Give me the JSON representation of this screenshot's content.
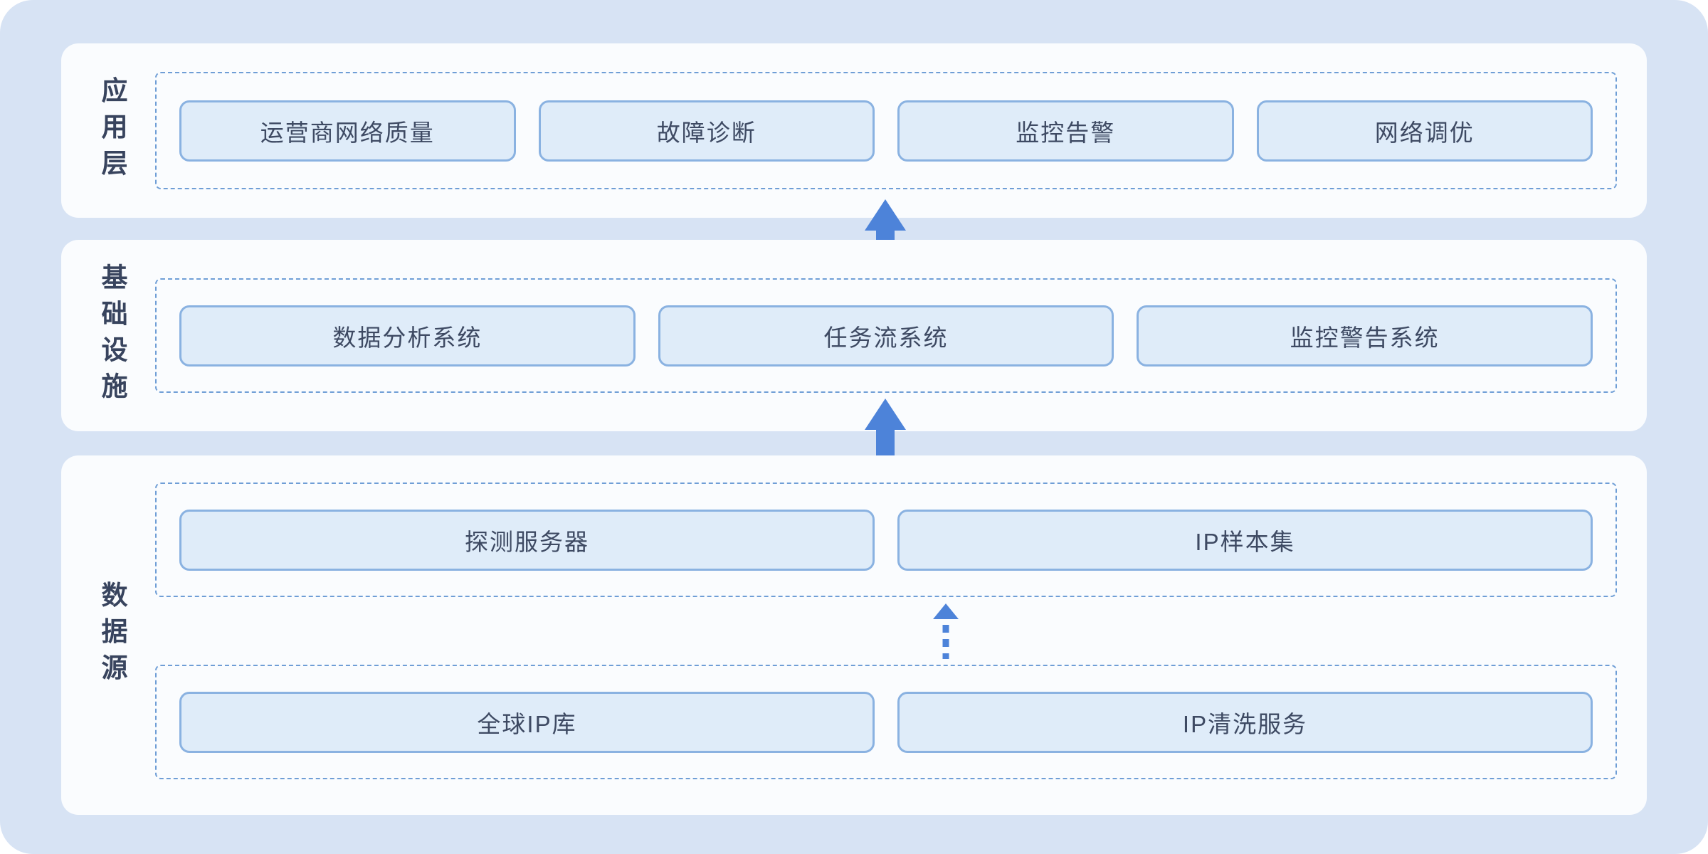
{
  "diagram": {
    "title": "network-quality-architecture",
    "layers": [
      {
        "label": "应用层",
        "boxes": [
          "运营商网络质量",
          "故障诊断",
          "监控告警",
          "网络调优"
        ]
      },
      {
        "label": "基础设施",
        "boxes": [
          "数据分析系统",
          "任务流系统",
          "监控警告系统"
        ]
      },
      {
        "label": "数据源",
        "top_boxes": [
          "探测服务器",
          "IP样本集"
        ],
        "bottom_boxes": [
          "全球IP库",
          "IP清洗服务"
        ]
      }
    ],
    "icons": {
      "flow_arrow": "up-arrow",
      "inner_flow_arrow": "dotted-up-arrow"
    },
    "colors": {
      "background": "#d7e3f4",
      "panel": "#fafcfe",
      "box_fill": "#dfecf9",
      "box_border": "#8ab2e1",
      "dashed_border": "#6f9ed6",
      "arrow": "#4d83d9",
      "text": "#3e4a63",
      "label_text": "#38445e"
    }
  }
}
